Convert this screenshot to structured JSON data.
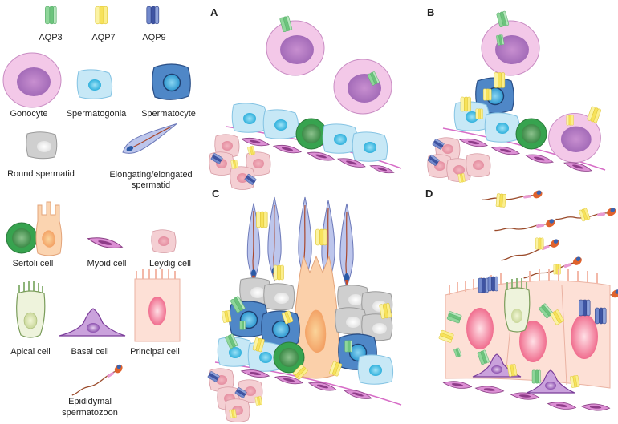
{
  "legend": {
    "aqp3": "AQP3",
    "aqp7": "AQP7",
    "aqp9": "AQP9",
    "gonocyte": "Gonocyte",
    "spermatogonia": "Spermatogonia",
    "spermatocyte": "Spermatocyte",
    "round_spermatid": "Round spermatid",
    "elongating_line1": "Elongating/elongated",
    "elongating_line2": "spermatid",
    "sertoli": "Sertoli cell",
    "myoid": "Myoid cell",
    "leydig": "Leydig cell",
    "apical": "Apical cell",
    "basal": "Basal cell",
    "principal": "Principal cell",
    "epididymal_line1": "Epididymal",
    "epididymal_line2": "spermatozoon"
  },
  "panels": {
    "a": "A",
    "b": "B",
    "c": "C",
    "d": "D"
  },
  "colors": {
    "aqp3": "#7fcf8a",
    "aqp7": "#f7e56a",
    "aqp9": "#4a5fa8",
    "gonocyte": "#f2c6e6",
    "spermatogonia": "#bfe3f3",
    "spermatocyte": "#4f86c6",
    "round_spermatid": "#d6d6d6",
    "sertoli": "#f9c9a4",
    "leydig": "#f3c9cc",
    "myoid": "#c879c0",
    "principal": "#fbd2c8",
    "basal": "#c79bd6",
    "apical": "#e6f0d8"
  }
}
